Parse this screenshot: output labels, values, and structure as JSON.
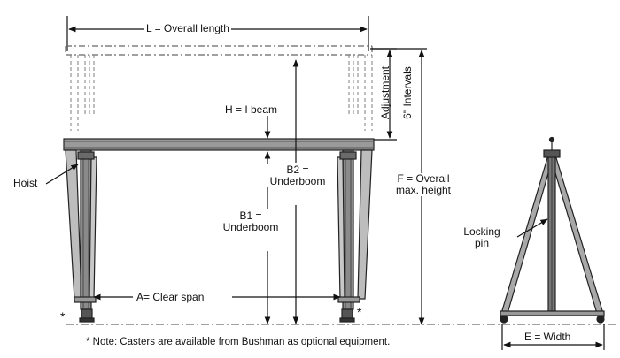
{
  "labels": {
    "overall_length": "L = Overall length",
    "i_beam": "H = I beam",
    "adjustment": "Adjustment",
    "intervals": "6\" Intervals",
    "hoist": "Hoist",
    "b2_line1": "B2 =",
    "b2_line2": "Underboom",
    "b1_line1": "B1 =",
    "b1_line2": "Underboom",
    "f_line1": "F = Overall",
    "f_line2": "max. height",
    "locking_line1": "Locking",
    "locking_line2": "pin",
    "clear_span": "A= Clear span",
    "star_left": "*",
    "star_right": "*",
    "note": "* Note:  Casters are available from Bushman as optional equipment.",
    "width": "E = Width"
  }
}
